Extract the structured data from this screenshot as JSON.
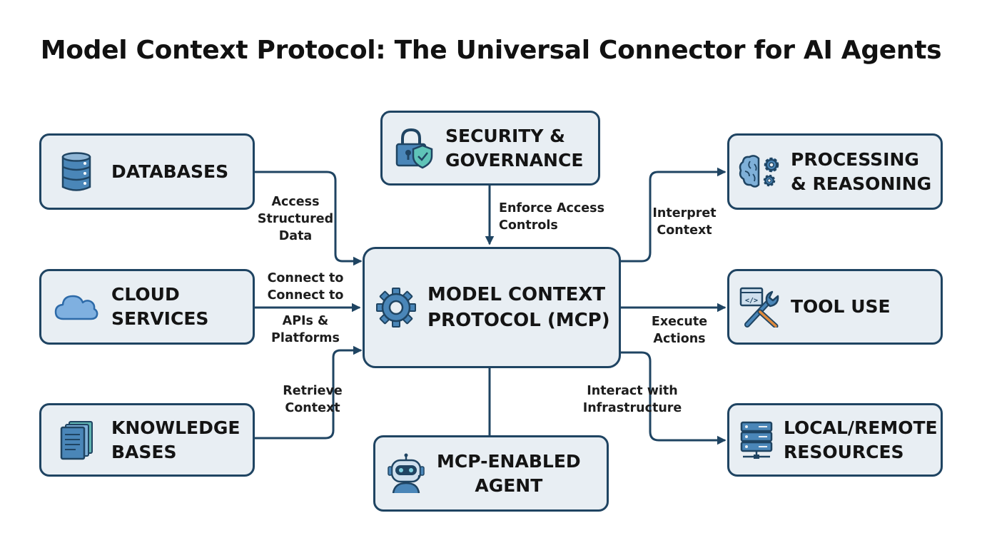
{
  "title": "Model Context Protocol: The Universal Connector for AI Agents",
  "colors": {
    "node_fill": "#e8eef3",
    "node_border": "#1f4462",
    "wire": "#1f4462",
    "accent": "#4a86b8"
  },
  "nodes": {
    "databases": {
      "label": "DATABASES",
      "icon": "database-icon"
    },
    "cloud": {
      "label": "CLOUD\nSERVICES",
      "icon": "cloud-icon"
    },
    "knowledge": {
      "label": "KNOWLEDGE\nBASES",
      "icon": "documents-icon"
    },
    "security": {
      "label": "SECURITY &\nGOVERNANCE",
      "icon": "lock-shield-icon"
    },
    "mcp": {
      "label": "MODEL CONTEXT\nPROTOCOL (MCP)",
      "icon": "gear-icon"
    },
    "agent": {
      "label": "MCP-ENABLED\nAGENT",
      "icon": "robot-icon"
    },
    "processing": {
      "label": "PROCESSING\n& REASONING",
      "icon": "brain-gears-icon"
    },
    "tool": {
      "label": "TOOL USE",
      "icon": "code-wrench-icon"
    },
    "resources": {
      "label": "LOCAL/REMOTE\nRESOURCES",
      "icon": "server-icon"
    }
  },
  "edges": {
    "databases": "Access\nStructured\nData",
    "cloud_top": "Connect to\nConnect to",
    "cloud_bottom": "APIs &\nPlatforms",
    "knowledge": "Retrieve\nContext",
    "security": "Enforce Access\nControls",
    "processing": "Interpret\nContext",
    "tool": "Execute\nActions",
    "resources": "Interact with\nInfrastructure"
  }
}
